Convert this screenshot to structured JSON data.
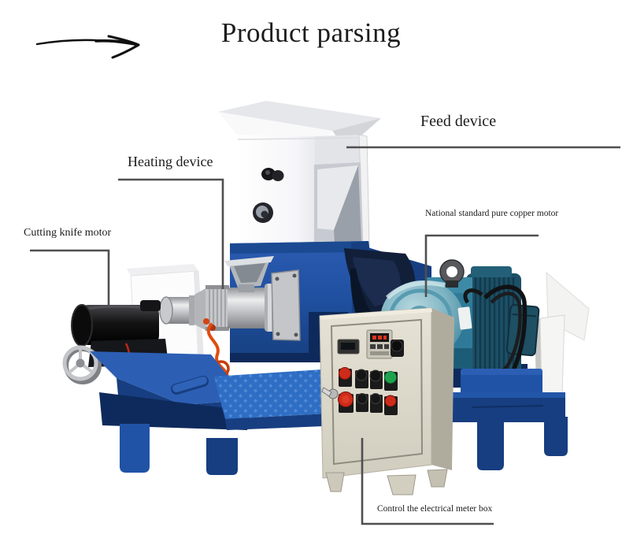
{
  "title": "Product parsing",
  "labels": {
    "feed_device": "Feed device",
    "heating_device": "Heating device",
    "cutting_knife_motor": "Cutting knife motor",
    "copper_motor": "National standard pure copper motor",
    "control_box": "Control the electrical meter box"
  },
  "colors": {
    "machine_blue": "#2053a6",
    "machine_blue_light": "#2c5fb4",
    "machine_blue_dark": "#173e80",
    "machine_blue_deep": "#0e2a5c",
    "platform_blue": "#2e6ec4",
    "guard_navy": "#121f39",
    "motor_teal": "#2e7a98",
    "motor_teal_light": "#7db3c4",
    "motor_teal_dark": "#1d5066",
    "cabinet_beige": "#dcd8ca",
    "cabinet_side": "#b0ac9d",
    "button_red": "#ce2b1a",
    "button_green": "#1fa24e",
    "wire_orange": "#e14c10",
    "leader_line": "#4f4f4f",
    "text_color": "#1c1c1c"
  }
}
